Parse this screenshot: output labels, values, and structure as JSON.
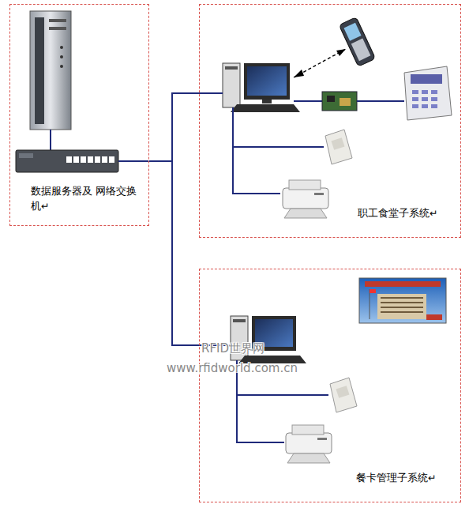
{
  "diagram": {
    "nodes": [
      {
        "text": [
          "数据服务器及 网络交换机↵"
        ]
      },
      {
        "text": [
          "职工食堂子系统↵"
        ]
      },
      {
        "text": [
          "餐卡管理子系统↵"
        ]
      }
    ],
    "edges": [
      {
        "from": 0,
        "to": 1,
        "arrow": "none"
      },
      {
        "from": 0,
        "to": 2,
        "arrow": "none"
      }
    ],
    "labels": [
      "RFID世界网",
      "www.rfidworld.com.cn"
    ]
  }
}
